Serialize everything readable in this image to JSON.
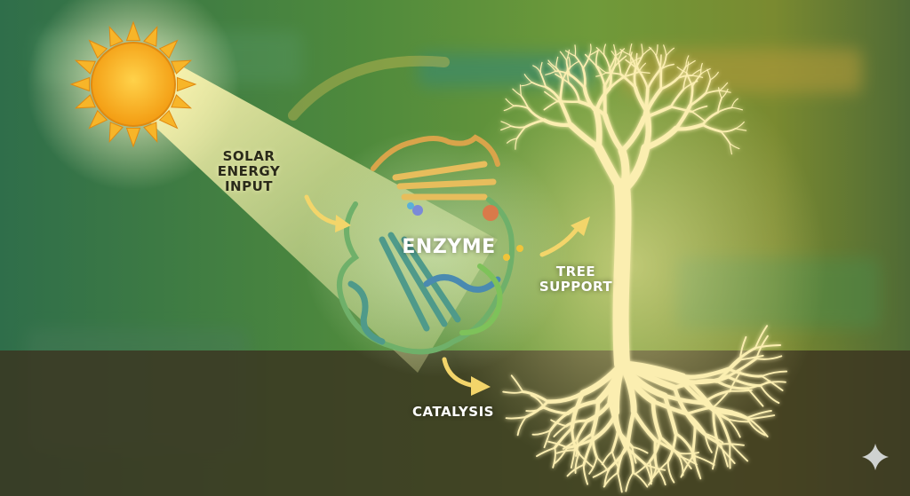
{
  "labels": {
    "solar": [
      "SOLAR",
      "ENERGY",
      "INPUT"
    ],
    "enzyme": "ENZYME",
    "tree": [
      "TREE",
      "SUPPORT"
    ],
    "catalysis": "CATALYSIS"
  },
  "colors": {
    "sun": "#f7b529",
    "beam": "#f6e79a",
    "tree_glow": "#f6e7a0",
    "ground": "#3b3320",
    "arrow": "#f3d56a"
  },
  "icons": [
    "sun-icon",
    "sparkle-icon"
  ]
}
